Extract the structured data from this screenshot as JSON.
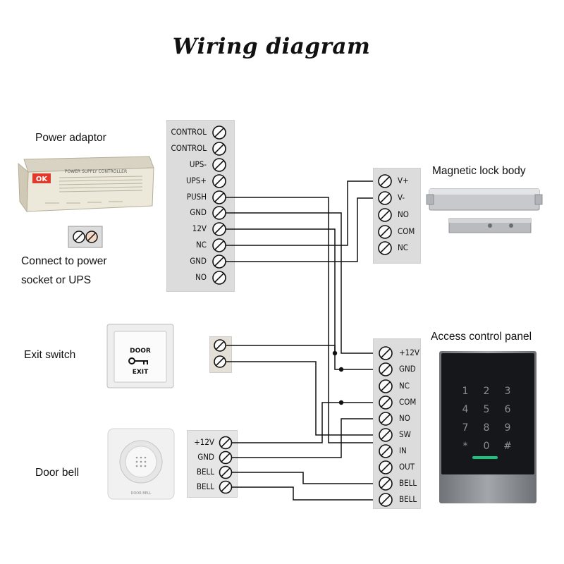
{
  "title": "Wiring diagram",
  "components": {
    "power_adaptor": "Power adaptor",
    "connect_note_line1": "Connect to power",
    "connect_note_line2": "socket or UPS",
    "magnetic_lock": "Magnetic lock body",
    "exit_switch": "Exit switch",
    "access_panel": "Access control panel",
    "door_bell": "Door bell"
  },
  "power_box_label": "POWER SUPPLY CONTROLLER",
  "power_box_brand": "OK",
  "exit_button": {
    "line1": "DOOR",
    "line2": "EXIT"
  },
  "bell_caption": "DOOR BELL",
  "power_terminals": [
    "CONTROL",
    "CONTROL",
    "UPS-",
    "UPS+",
    "PUSH",
    "GND",
    "12V",
    "NC",
    "GND",
    "NO"
  ],
  "lock_terminals": [
    "V+",
    "V-",
    "NO",
    "COM",
    "NC"
  ],
  "bell_terminals": [
    "+12V",
    "GND",
    "BELL",
    "BELL"
  ],
  "panel_terminals": [
    "+12V",
    "GND",
    "NC",
    "COM",
    "NO",
    "SW",
    "IN",
    "OUT",
    "BELL",
    "BELL"
  ],
  "keypad": [
    "1",
    "2",
    "3",
    "4",
    "5",
    "6",
    "7",
    "8",
    "9",
    "*",
    "0",
    "#"
  ],
  "colors": {
    "wire": "#111111",
    "terminal_block": "#dcdcdc",
    "panel": "#15171a",
    "panel_led": "#19c37d"
  }
}
